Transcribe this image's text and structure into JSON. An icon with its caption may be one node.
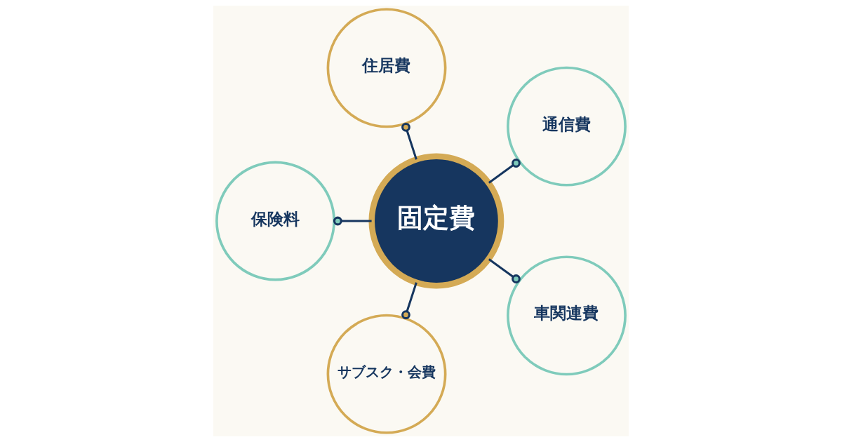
{
  "diagram": {
    "nodes": [
      {
        "text": [
          "住居費"
        ]
      },
      {
        "text": [
          "保険料"
        ]
      },
      {
        "text": [
          "固定費"
        ]
      },
      {
        "text": [
          "通信費"
        ]
      },
      {
        "text": [
          "サブスク・会費"
        ]
      },
      {
        "text": [
          "車関連費"
        ]
      }
    ],
    "edges": [
      {
        "from": 2,
        "to": 0,
        "arrow": "other"
      },
      {
        "from": 2,
        "to": 3,
        "arrow": "other"
      },
      {
        "from": 2,
        "to": 5,
        "arrow": "other"
      },
      {
        "from": 2,
        "to": 4,
        "arrow": "other"
      },
      {
        "from": 2,
        "to": 1,
        "arrow": "other"
      }
    ]
  }
}
